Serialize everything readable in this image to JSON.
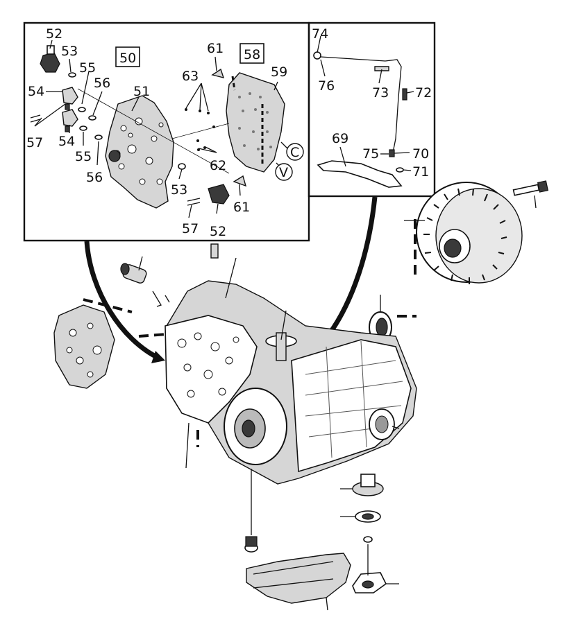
{
  "labels": {
    "p50": "50",
    "p51": "51",
    "p52a": "52",
    "p52b": "52",
    "p53a": "53",
    "p53b": "53",
    "p54a": "54",
    "p54b": "54",
    "p55a": "55",
    "p55b": "55",
    "p56a": "56",
    "p56b": "56",
    "p57a": "57",
    "p57b": "57",
    "p58": "58",
    "p59": "59",
    "p61a": "61",
    "p61b": "61",
    "p62": "62",
    "p63": "63",
    "pC": "C",
    "pV": "V",
    "p69": "69",
    "p70": "70",
    "p71": "71",
    "p72": "72",
    "p73": "73",
    "p74": "74",
    "p75": "75",
    "p76": "76"
  }
}
